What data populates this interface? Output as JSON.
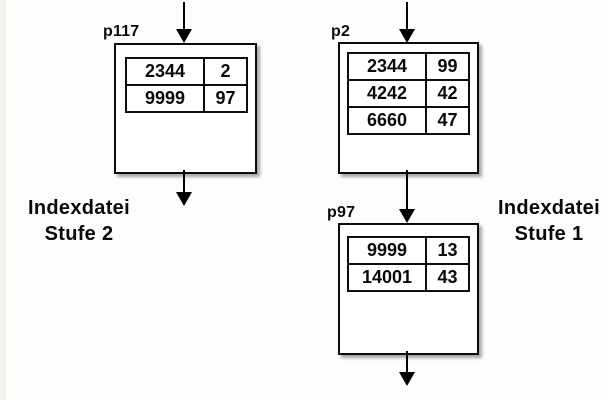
{
  "diagram": {
    "type": "index-file-tree",
    "colors": {
      "background": "#fdfdfc",
      "edge_strip": "#f2f2ef",
      "line": "#000000",
      "box_background": "#ffffff",
      "text": "#0a0a0a"
    },
    "nodes": {
      "p117": {
        "label": "p117",
        "rows": [
          [
            "2344",
            "2"
          ],
          [
            "9999",
            "97"
          ]
        ]
      },
      "p2": {
        "label": "p2",
        "rows": [
          [
            "2344",
            "99"
          ],
          [
            "4242",
            "42"
          ],
          [
            "6660",
            "47"
          ]
        ]
      },
      "p97": {
        "label": "p97",
        "rows": [
          [
            "9999",
            "13"
          ],
          [
            "14001",
            "43"
          ]
        ]
      }
    },
    "captions": {
      "left": {
        "line1": "Indexdatei",
        "line2": "Stufe 2"
      },
      "right": {
        "line1": "Indexdatei",
        "line2": "Stufe 1"
      }
    },
    "edges": [
      "external-top into p117",
      "p117 out bottom",
      "external-top into p2",
      "p2 into p97",
      "p97 out bottom"
    ]
  }
}
